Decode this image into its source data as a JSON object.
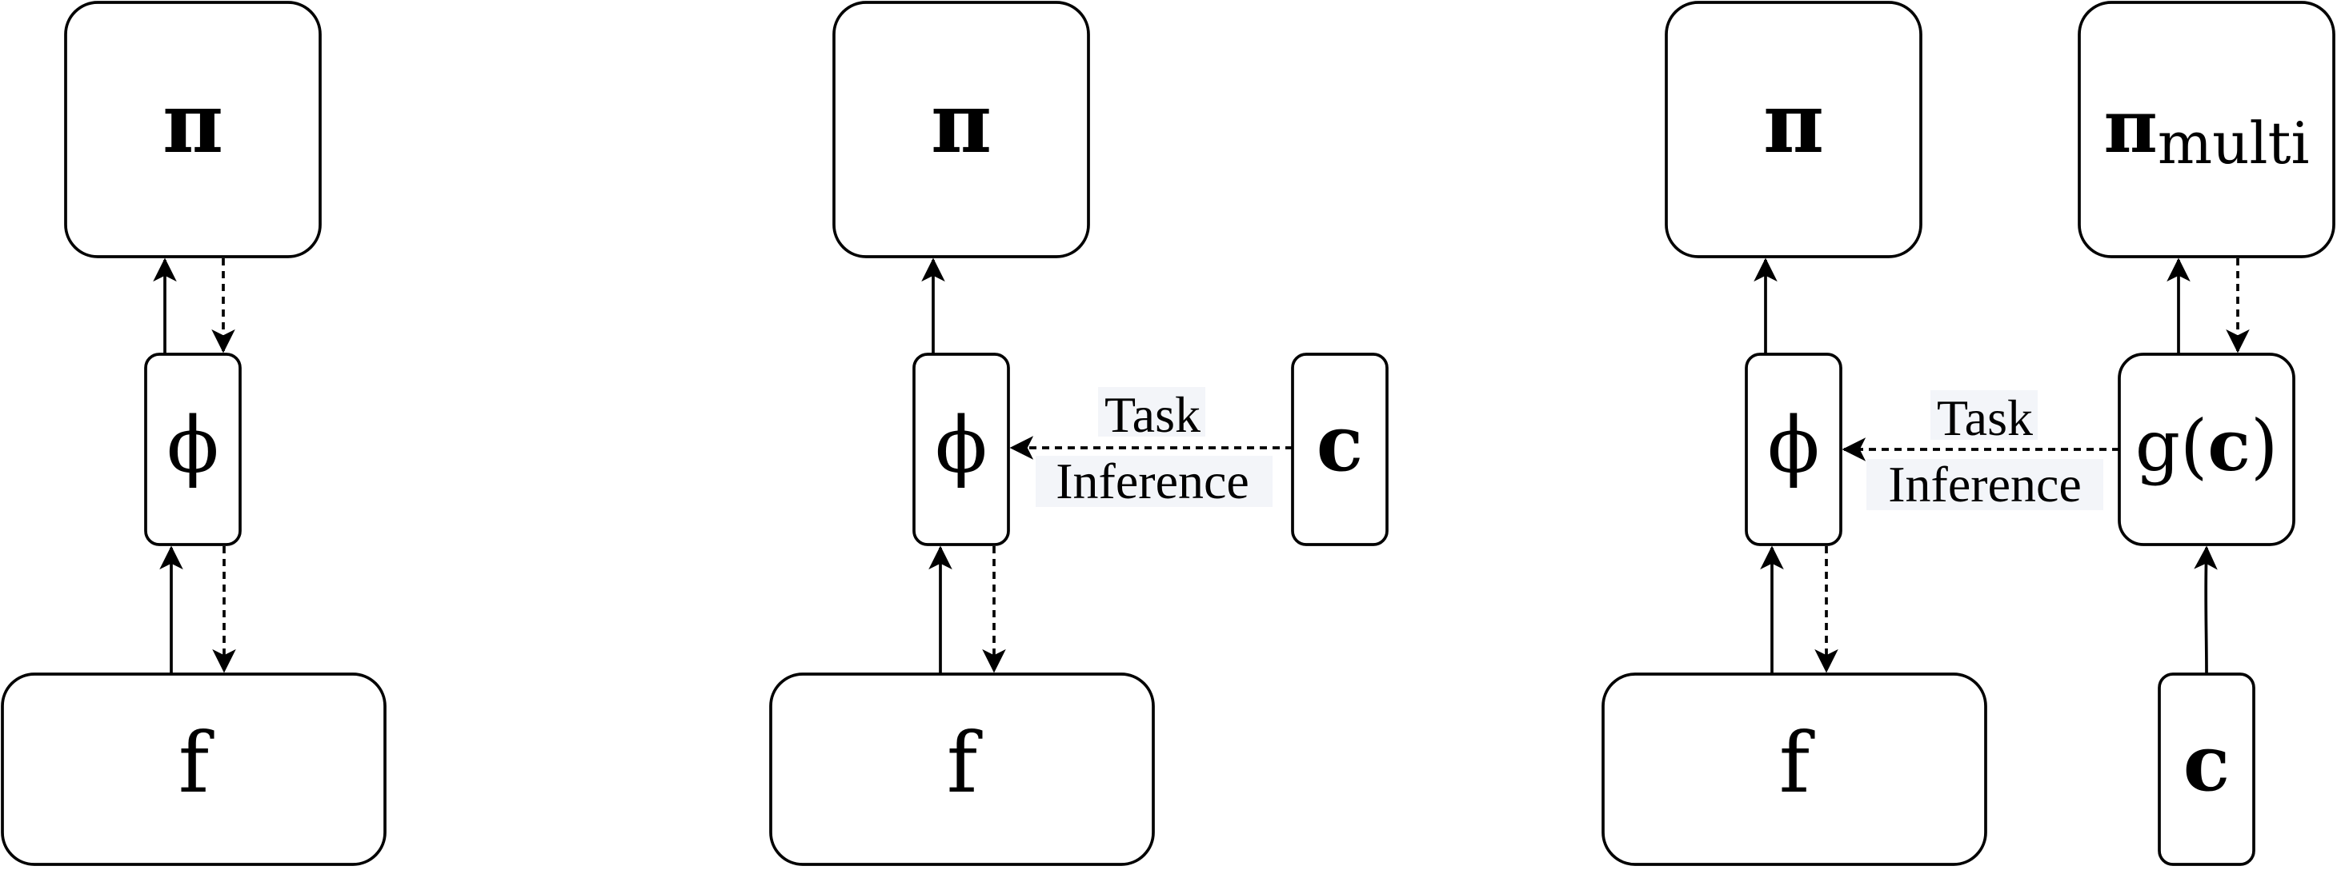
{
  "panels": [
    {
      "policy": "π",
      "encoder": "ϕ",
      "environment": "f"
    },
    {
      "policy": "π",
      "encoder": "ϕ",
      "environment": "f",
      "context": "c",
      "edge_label_line1": "Task",
      "edge_label_line2": "Inference"
    },
    {
      "policy": "π",
      "encoder": "ϕ",
      "environment": "f",
      "multi_policy_base": "π",
      "multi_policy_subscript": "multi",
      "context_encoder_func": "g",
      "context_encoder_open": "(",
      "context_encoder_arg": "c",
      "context_encoder_close": ")",
      "context": "c",
      "edge_label_line1": "Task",
      "edge_label_line2": "Inference"
    }
  ]
}
